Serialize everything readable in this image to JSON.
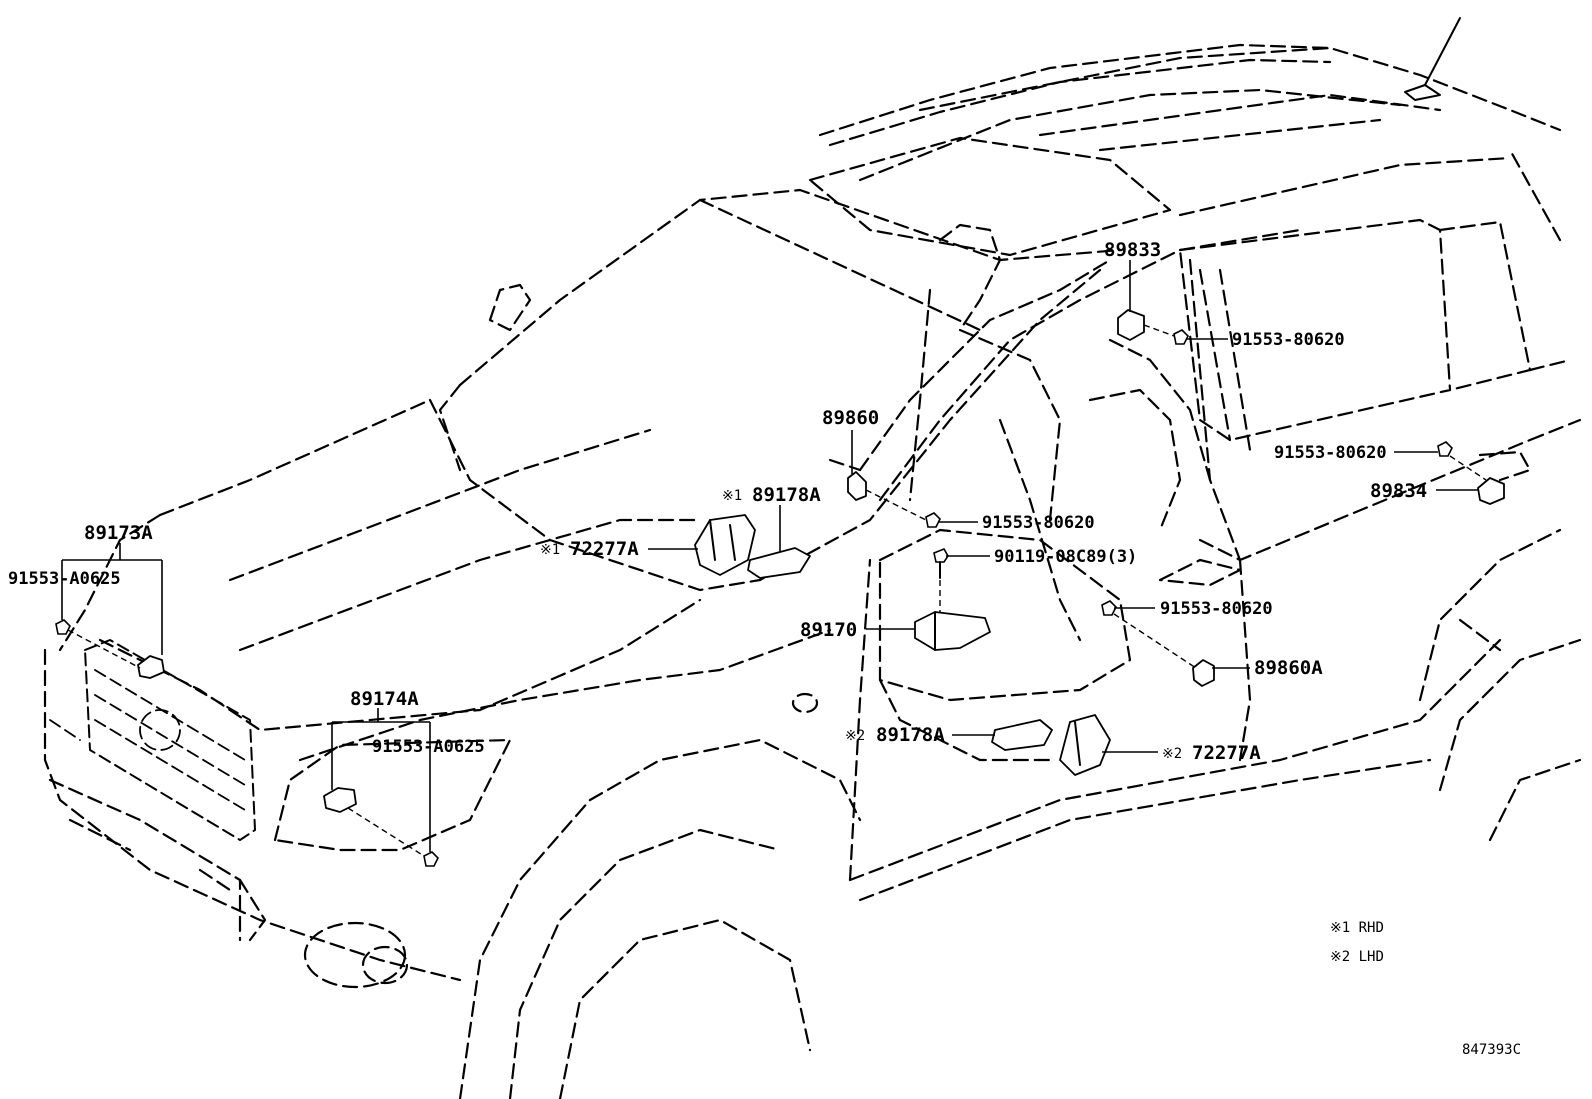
{
  "callouts": {
    "p89173A": "89173A",
    "p91553A0625_front": "91553-A0625",
    "p89174A": "89174A",
    "p91553A0625_mid": "91553-A0625",
    "p89860": "89860",
    "p89178A_rhd": "89178A",
    "p72277A_rhd": "72277A",
    "p89833": "89833",
    "p91553_80620_a": "91553-80620",
    "p91553_80620_b": "91553-80620",
    "p91553_80620_c": "91553-80620",
    "p91553_80620_d": "91553-80620",
    "p89834": "89834",
    "p90119": "90119-08C89(3)",
    "p89170": "89170",
    "p89860A": "89860A",
    "p89178A_lhd": "89178A",
    "p72277A_lhd": "72277A"
  },
  "marks": {
    "rhd_mark": "※1",
    "lhd_mark": "※2"
  },
  "legend": {
    "rhd": "※1 RHD",
    "lhd": "※2 LHD"
  },
  "figure_id": "847393C"
}
